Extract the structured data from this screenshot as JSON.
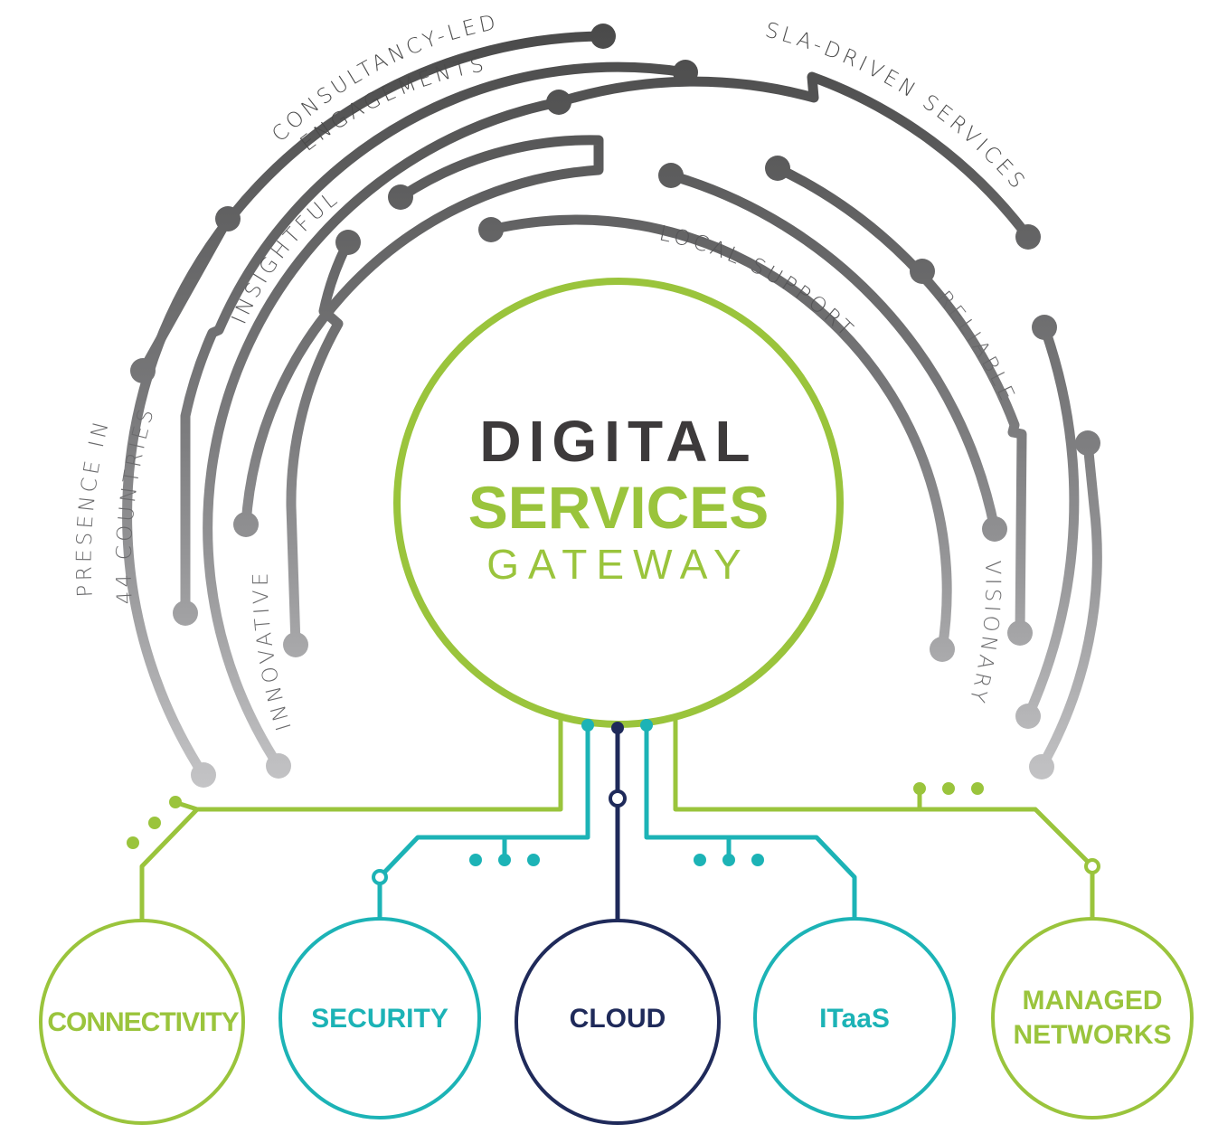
{
  "center": {
    "line1": "DIGITAL",
    "line2": "SERVICES",
    "line3": "GATEWAY"
  },
  "arc_labels": {
    "consultancy_line1": "CONSULTANCY-LED",
    "consultancy_line2": "ENGAGEMENTS",
    "sla": "SLA-DRIVEN SERVICES",
    "insightful": "INSIGHTFUL",
    "local_support": "LOCAL SUPPORT",
    "reliable": "RELIABLE",
    "presence_line1": "PRESENCE IN",
    "presence_line2": "44 COUNTRIES",
    "innovative": "INNOVATIVE",
    "visionary": "VISIONARY"
  },
  "services": {
    "connectivity": "CONNECTIVITY",
    "security": "SECURITY",
    "cloud": "CLOUD",
    "itaas": "ITaaS",
    "managed_line1": "MANAGED",
    "managed_line2": "NETWORKS"
  },
  "colors": {
    "green": "#9ac43c",
    "teal": "#1cb3b6",
    "navy": "#1f2a5a",
    "dark_gray": "#4a4a4a",
    "mid_gray": "#8a8a8c",
    "light_gray": "#c2c2c4"
  }
}
